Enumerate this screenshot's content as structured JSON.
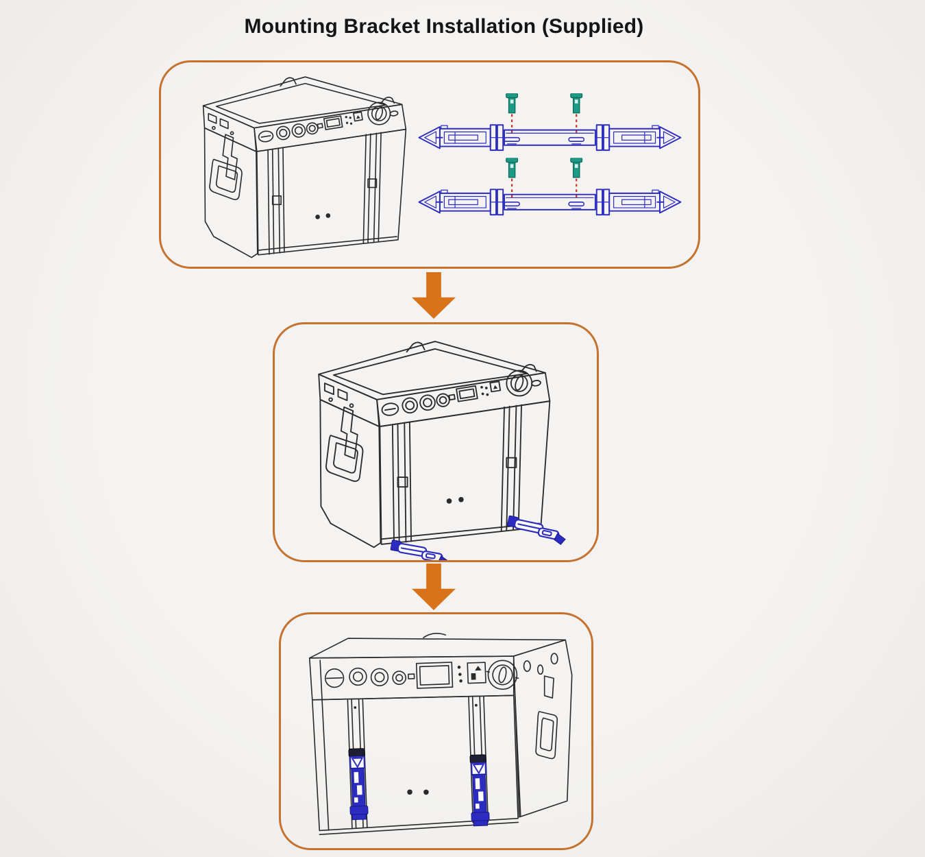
{
  "title": "Mounting Bracket Installation (Supplied)",
  "steps": [
    {
      "id": 1,
      "figure": "power-station-isometric-beside-two-mounting-brackets-with-screws"
    },
    {
      "id": 2,
      "figure": "power-station-with-two-brackets-attached-at-base"
    },
    {
      "id": 3,
      "figure": "power-station-front-view-with-brackets-mounted-on-rails"
    }
  ],
  "figure_parts": {
    "device": "portable-power-station-line-art",
    "bracket": "mounting-bracket-rail-with-toggle-latches",
    "screw": "green-mounting-screw",
    "guide_line": "red-dashed-alignment-line",
    "arrow": "orange-down-arrow"
  },
  "colors": {
    "background": "#f2f1ef",
    "panel_border_orange": "#c4722e",
    "arrow_orange": "#d9731a",
    "line_art": "#2b2b2b",
    "bracket_blue": "#2c2cc0",
    "screw_green": "#1d9a85",
    "guide_dash_red": "#c23328"
  }
}
